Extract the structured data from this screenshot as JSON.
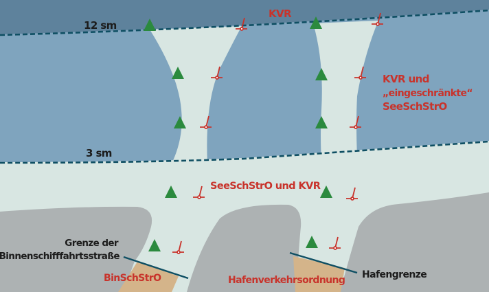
{
  "colors": {
    "outer_sea": "#5e829c",
    "territorial_sea": "#7fa4be",
    "fairway_water": "#d8e6e2",
    "land": "#adb2b3",
    "inland_harbor_area": "#d4b48a",
    "boundary_dashed_line": "#0f4f63",
    "boundary_solid_line": "#0f4f63",
    "zone_label_red": "#c8332b",
    "boundary_label_dark": "#1c1c1c",
    "starboard_buoy_green": "#2b8a3e",
    "port_buoy_red": "#c8332b"
  },
  "boundaries": {
    "twelve_nm": "12 sm",
    "three_nm": "3 sm"
  },
  "zones": {
    "outer": "KVR",
    "territorial_line1": "KVR und",
    "territorial_line2": "„eingeschränkte“",
    "territorial_line3": "SeeSchStrO",
    "coastal": "SeeSchStrO und KVR",
    "inland": "BinSchStrO",
    "harbor": "Hafenverkehrsordnung"
  },
  "boundary_labels": {
    "inland_line1": "Grenze der",
    "inland_line2": "Binnenschifffahrtsstraße",
    "harbor": "Hafengrenze"
  },
  "legend_icons": {
    "green_marker": "starboard-lateral-buoy-icon",
    "red_marker": "port-lateral-buoy-icon"
  }
}
